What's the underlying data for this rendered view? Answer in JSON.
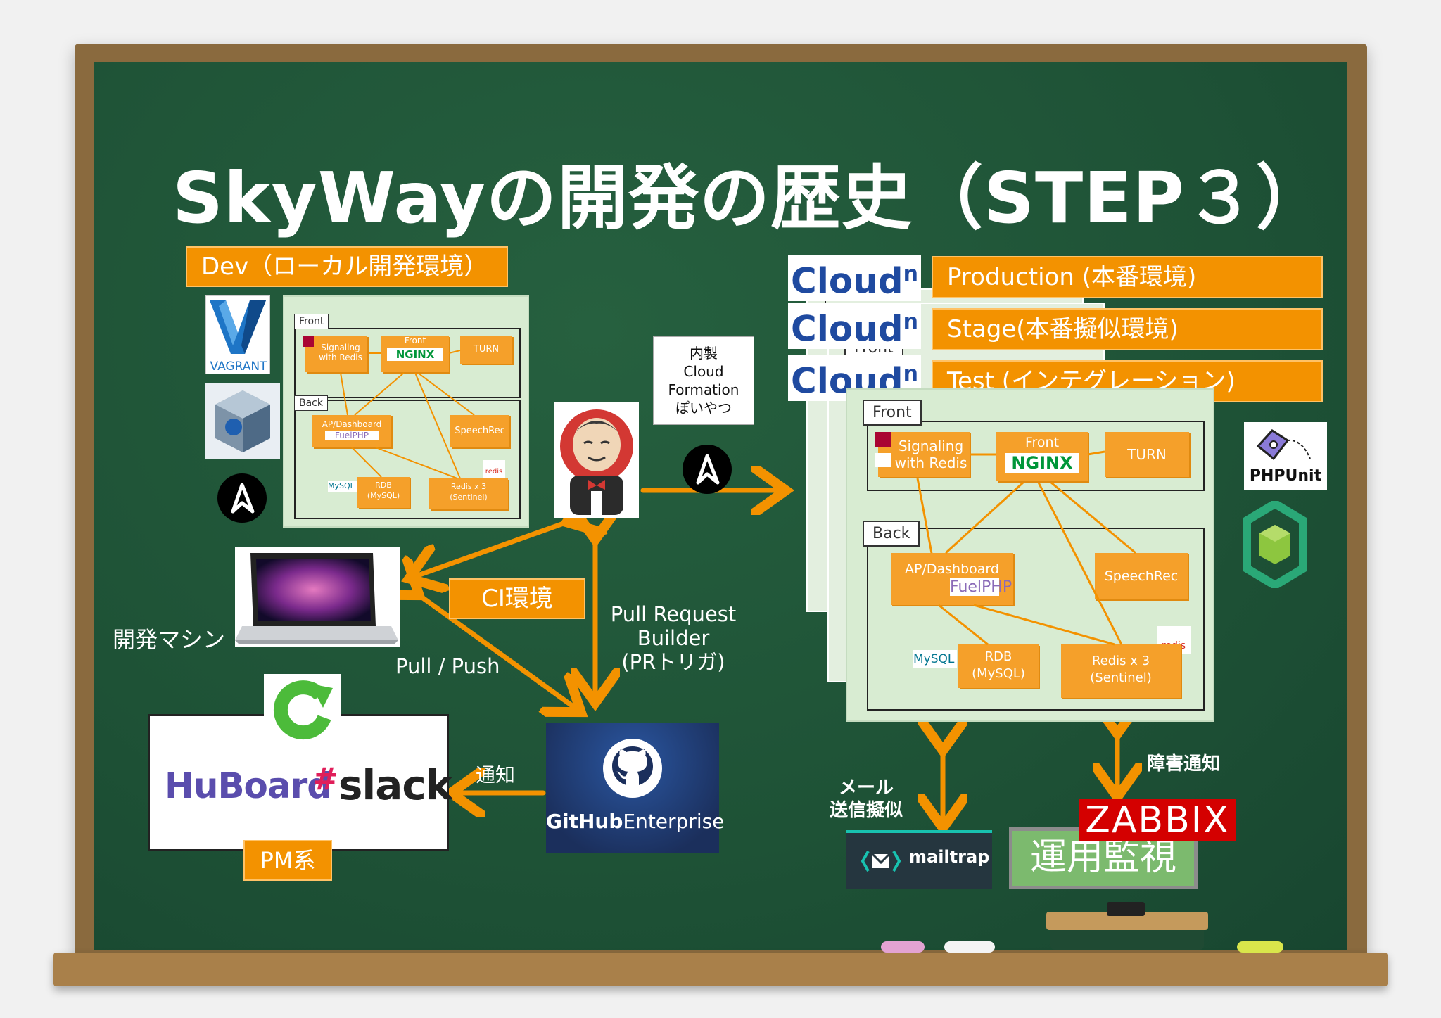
{
  "title": "SkyWayの開発の歴史（STEP３）",
  "dev": {
    "label": "Dev（ローカル開発環境）",
    "vagrant": "VAGRANT",
    "front_tag": "Front",
    "back_tag": "Back",
    "signaling": "Signaling with Redis",
    "front_nginx_label": "Front",
    "nginx": "NGINX",
    "turn": "TURN",
    "ap_dashboard": "AP/Dashboard",
    "fuelphp": "FuelPHP",
    "speechrec": "SpeechRec",
    "mysql": "MySQL",
    "rdb": "RDB\n(MySQL)",
    "redis_label": "redis",
    "redis": "Redis x 3\n(Sentinel)"
  },
  "ci": {
    "cloudformation": "内製\nCloud\nFormation\nぽいやつ",
    "label": "CI環境",
    "pull_request": "Pull Request\nBuilder\n(PRトリガ)",
    "pull_push": "Pull / Push",
    "notify": "通知"
  },
  "dev_machine": "開発マシン",
  "pm": {
    "huboard": "HuBoard",
    "slack": "slack",
    "label": "PM系"
  },
  "github": {
    "brand": "GitHub",
    "suffix": "Enterprise"
  },
  "envs": {
    "cloudn": "Cloud",
    "cloudn_sup": "n",
    "production": "Production (本番環境)",
    "stage": "Stage(本番擬似環境)",
    "test": "Test (インテグレーション)",
    "front_tag": "Front",
    "back_tag": "Back",
    "signaling": "Signaling\nwith Redis",
    "front_nginx_label": "Front",
    "nginx": "NGINX",
    "turn": "TURN",
    "ap_dashboard": "AP/Dashboard",
    "fuelphp": "FuelPHP",
    "speechrec": "SpeechRec",
    "mysql": "MySQL",
    "rdb": "RDB\n(MySQL)",
    "redis_label": "redis",
    "redis": "Redis x 3\n(Sentinel)"
  },
  "phpunit": "PHPUnit",
  "mail": {
    "label": "メール\n送信擬似",
    "mailtrap": "mailtrap"
  },
  "monitor": {
    "alert": "障害通知",
    "zabbix": "ZABBIX",
    "label": "運用監視"
  },
  "colors": {
    "board": "#1e5236",
    "orange": "#f39200",
    "panel": "#d8ecd2",
    "cloudn_blue": "#1f4aa0",
    "zabbix_red": "#d40000"
  }
}
